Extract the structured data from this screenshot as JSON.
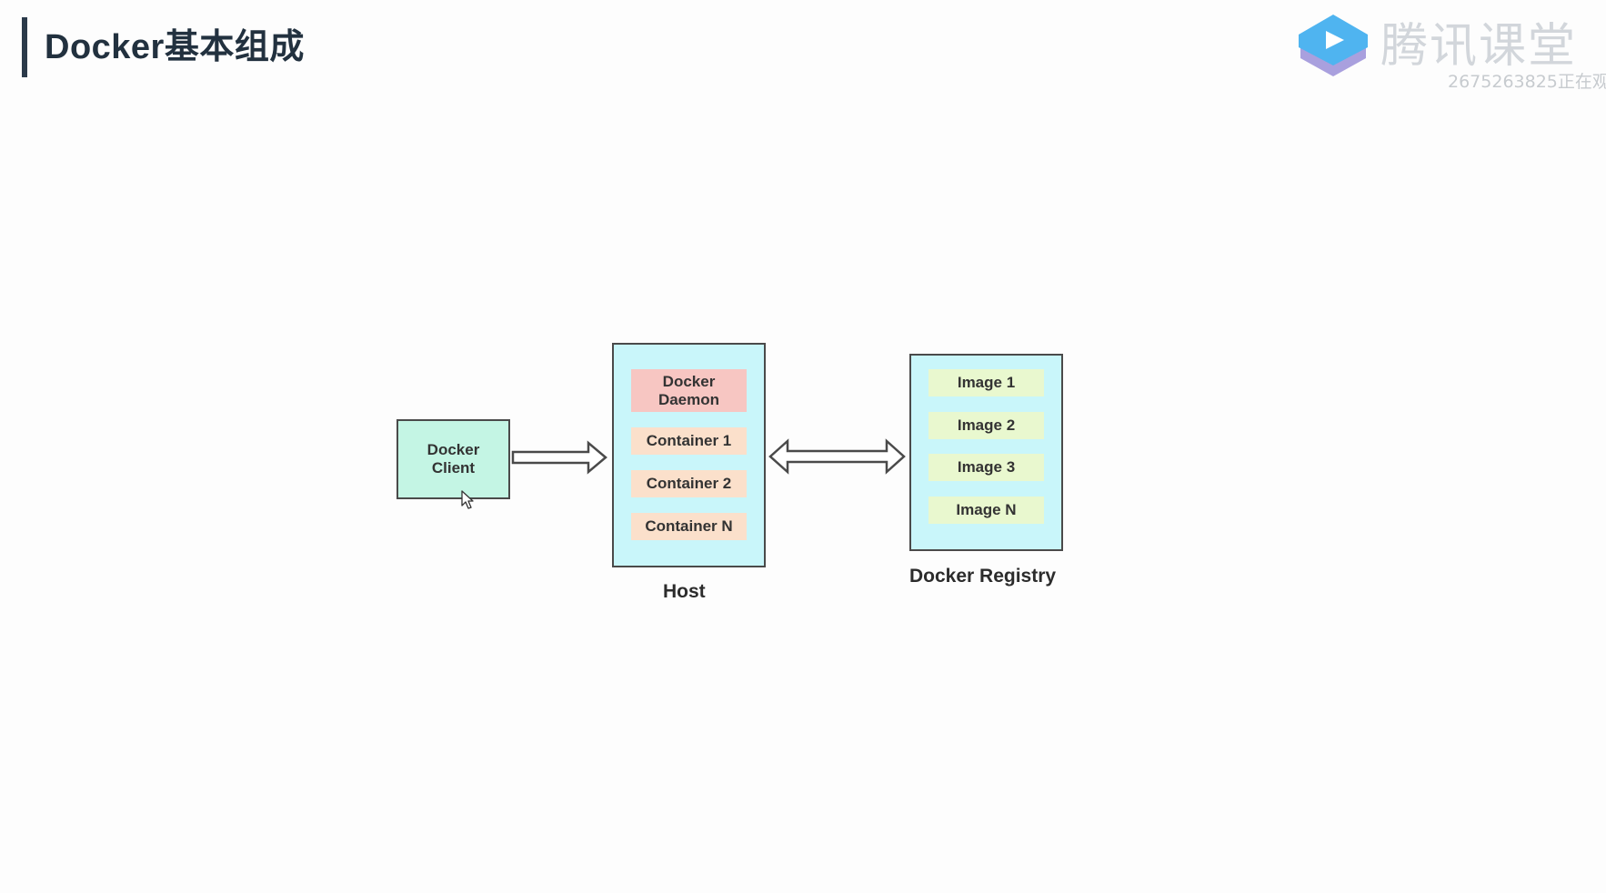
{
  "page": {
    "title": "Docker基本组成"
  },
  "logo": {
    "text": "腾讯课堂",
    "watermark": "2675263825正在观"
  },
  "diagram": {
    "client": {
      "label": "Docker Client"
    },
    "host": {
      "caption": "Host",
      "daemon": "Docker Daemon",
      "containers": [
        "Container 1",
        "Container 2",
        "Container N"
      ]
    },
    "registry": {
      "caption": "Docker Registry",
      "images": [
        "Image 1",
        "Image 2",
        "Image 3",
        "Image N"
      ]
    },
    "connections": [
      {
        "from": "Docker Client",
        "to": "Host",
        "direction": "one-way"
      },
      {
        "from": "Host",
        "to": "Docker Registry",
        "direction": "two-way"
      }
    ]
  },
  "colors": {
    "client_fill": "#c4f5e4",
    "host_fill": "#c9f6fa",
    "registry_fill": "#c9f6fa",
    "daemon_fill": "#f7c6c2",
    "container_fill": "#fbe0cb",
    "image_fill": "#e9f8cf",
    "logo_blue": "#4fb4f0",
    "logo_purple": "#9a8fd8"
  }
}
